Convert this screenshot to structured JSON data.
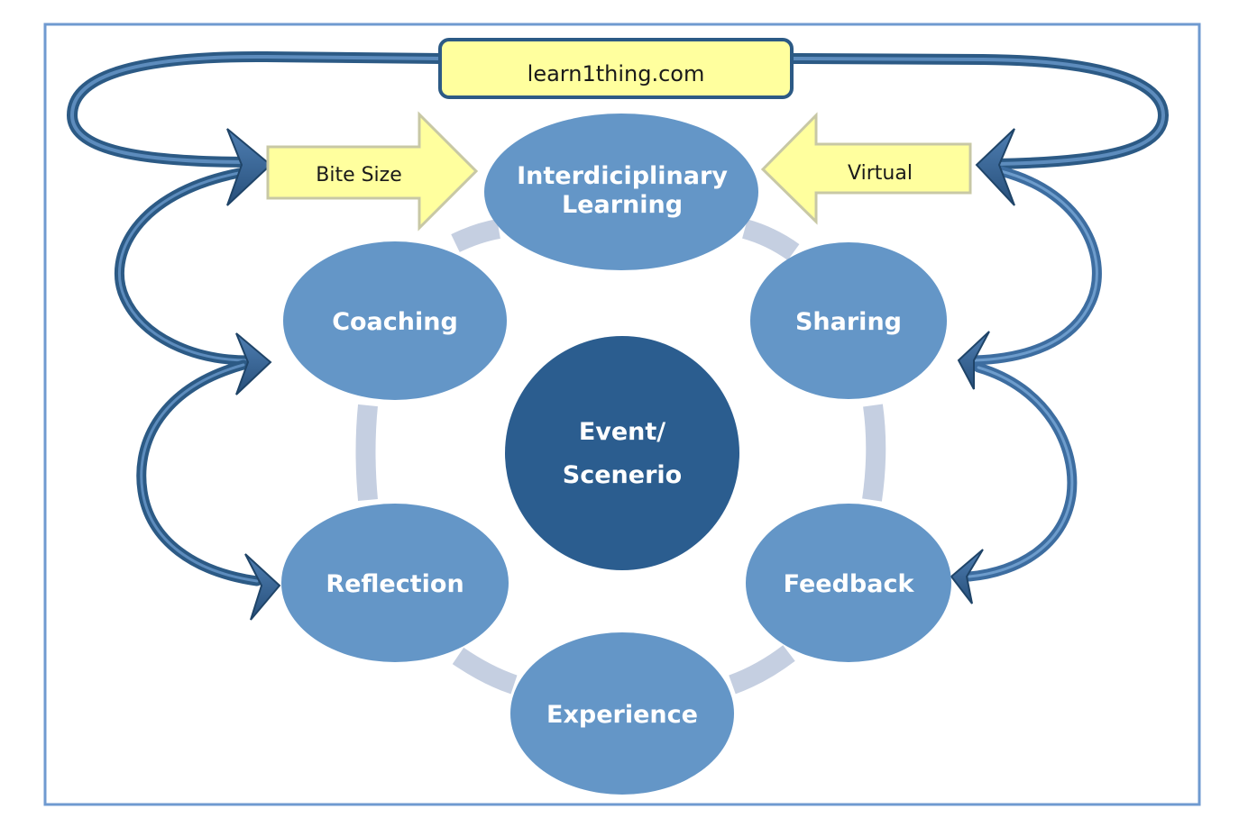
{
  "website": {
    "label": "learn1thing.com"
  },
  "inputs": {
    "bite_size": "Bite Size",
    "virtual": "Virtual"
  },
  "cycle": {
    "top": [
      "Interdiciplinary",
      "Learning"
    ],
    "upper_left": "Coaching",
    "upper_right": "Sharing",
    "lower_left": "Reflection",
    "lower_right": "Feedback",
    "bottom": "Experience"
  },
  "center": {
    "line1": "Event/",
    "line2": "Scenerio"
  },
  "colors": {
    "frame": "#6f9ad0",
    "node_fill": "#6496c7",
    "center_fill": "#2b5d8f",
    "connector": "#c5cfe1",
    "arrow_dark": "#2c5a85",
    "arrow_mid": "#3d6da0",
    "callout_fill": "#ffff9e",
    "callout_stroke": "#c8c8a5"
  }
}
